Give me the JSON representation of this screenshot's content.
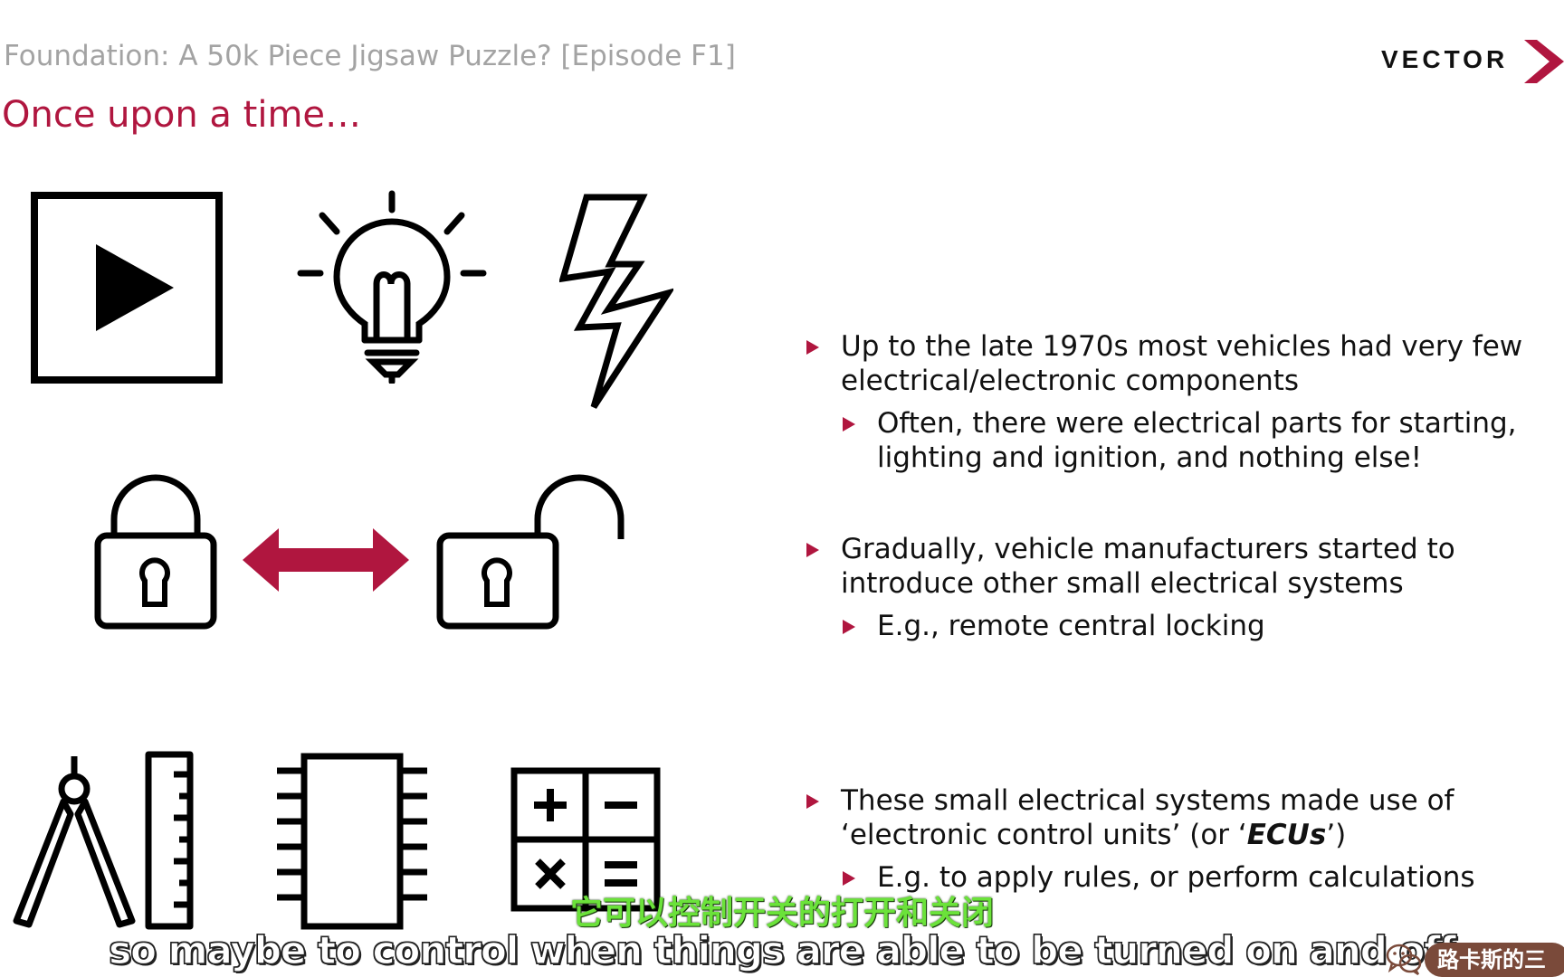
{
  "header": {
    "subtitle": "Foundation: A 50k Piece Jigsaw Puzzle? [Episode F1]",
    "title": "Once upon a time…",
    "logo_text": "VECTOR"
  },
  "colors": {
    "accent": "#b0163f",
    "title_gray": "#a3a3a3",
    "caption_green": "#6be23a"
  },
  "icons": [
    "play-box-icon",
    "lightbulb-icon",
    "lightning-icon",
    "locked-padlock-icon",
    "double-arrow-icon",
    "unlocked-padlock-icon",
    "compass-ruler-icon",
    "chip-icon",
    "calculator-icon"
  ],
  "bullets": [
    {
      "text_line1": "Up to the late 1970s most vehicles had very few",
      "text_line2": "electrical/electronic components",
      "sub": {
        "line1": "Often, there were electrical parts for starting,",
        "line2": "lighting and ignition, and nothing else!"
      }
    },
    {
      "text_line1": "Gradually, vehicle manufacturers started to",
      "text_line2": "introduce other small electrical systems",
      "sub": {
        "line1": "E.g., remote central locking"
      }
    },
    {
      "text_line1": "These small electrical systems made use of",
      "text_line2_pre": "‘electronic control units’ (or ‘",
      "text_line2_bold": "ECUs",
      "text_line2_post": "’)",
      "sub": {
        "line1": "E.g. to apply rules, or perform calculations"
      }
    }
  ],
  "captions": {
    "chinese": "它可以控制开关的打开和关闭",
    "english": "so maybe to control when things are able to be turned on and off"
  },
  "watermark": {
    "text": "路卡斯的三",
    "icon": "wechat-icon"
  }
}
